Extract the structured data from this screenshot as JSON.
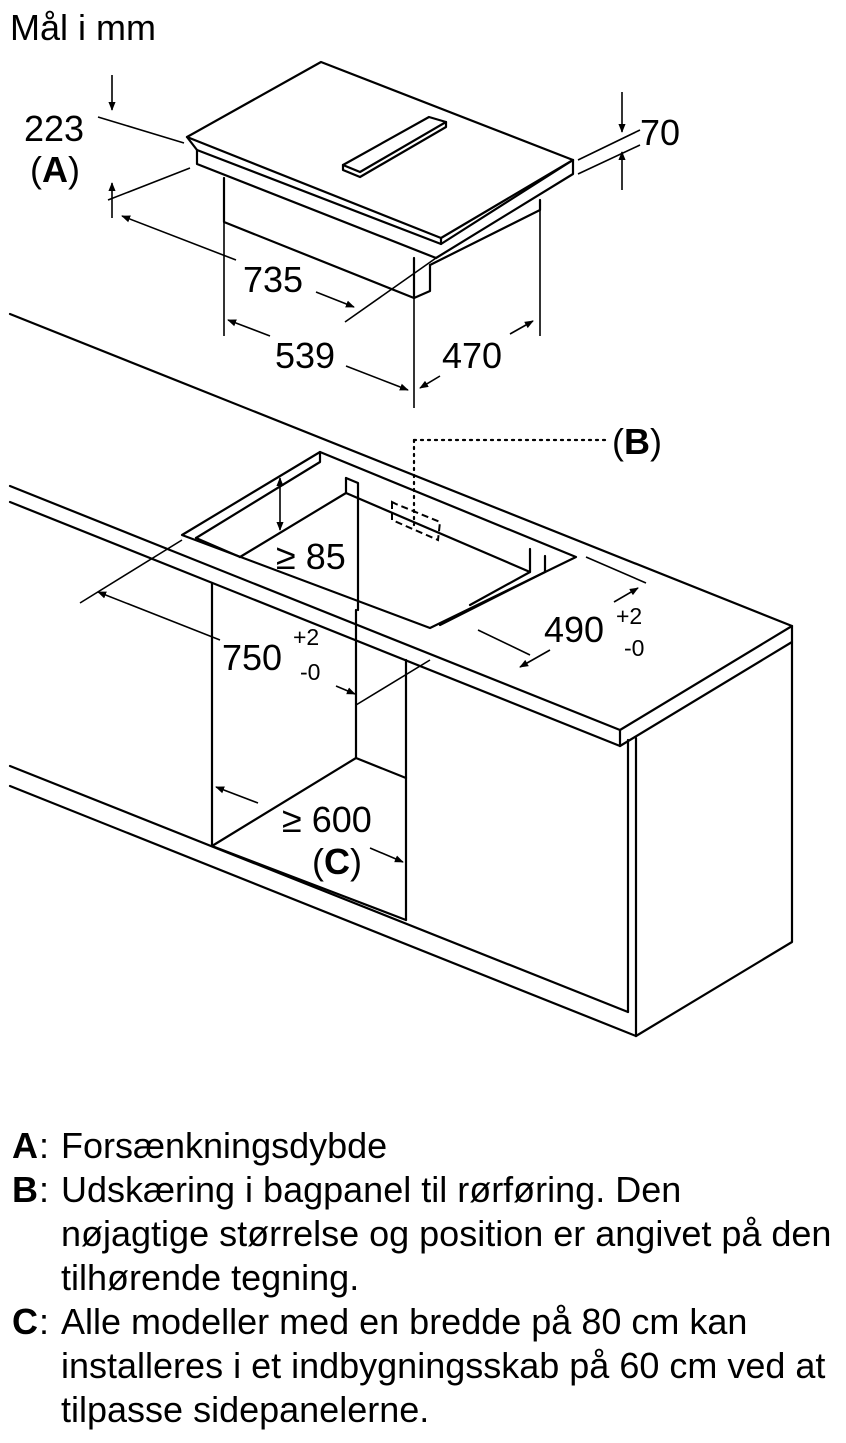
{
  "title": "Mål i mm",
  "dimensions": {
    "hob_height": "223",
    "hob_thickness": "70",
    "hob_width": "735",
    "hob_body_width": "539",
    "hob_depth": "470",
    "recess_depth": "≥ 85",
    "cutout_width": "750",
    "cutout_width_tol_plus": "+2",
    "cutout_width_tol_minus": "-0",
    "cutout_depth": "490",
    "cutout_depth_tol_plus": "+2",
    "cutout_depth_tol_minus": "-0",
    "cabinet_width": "≥ 600"
  },
  "markers": {
    "a": "A",
    "b": "B",
    "c": "C",
    "open": "(",
    "close": ")"
  },
  "legend": [
    {
      "key": "A",
      "sep": ":",
      "text": "Forsænkningsdybde"
    },
    {
      "key": "B",
      "sep": ":",
      "text": "Udskæring i bagpanel til rørføring. Den nøjagtige størrelse og position er angivet på den tilhørende tegning."
    },
    {
      "key": "C",
      "sep": ":",
      "text": "Alle modeller med en bredde på 80 cm kan installeres i et indbygningsskab på 60 cm ved at tilpasse sidepanelerne."
    }
  ]
}
